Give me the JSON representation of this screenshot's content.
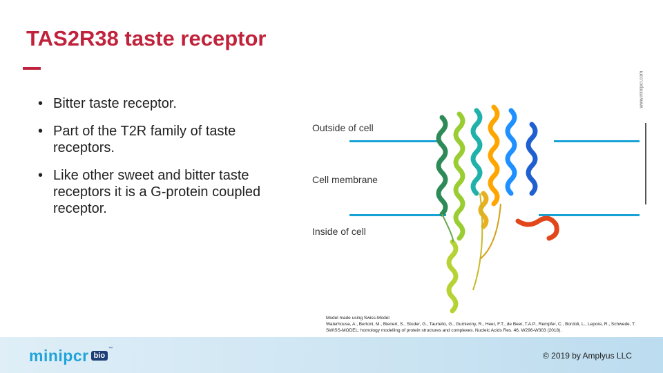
{
  "slide": {
    "title": "TAS2R38 taste receptor",
    "bullets": [
      "Bitter taste receptor.",
      "Part of the T2R family of taste receptors.",
      "Like other sweet and bitter taste receptors it is a G-protein coupled receptor."
    ]
  },
  "diagram": {
    "outside_label": "Outside of cell",
    "membrane_label": "Cell membrane",
    "inside_label": "Inside of cell",
    "line_color": "#17a2d6"
  },
  "watermark": "www.minipcr.com",
  "citation": {
    "lines": [
      "Model made using Swiss-Model",
      "Waterhouse, A., Bertoni, M., Bienert, S., Studer, G., Tauriello, G., Gumienny, R., Heer, F.T., de Beer, T.A.P., Rempfer, C., Bordoli, L., Lepore, R., Schwede, T. SWISS-MODEL: homology modelling of protein structures and complexes. Nucleic Acids Res. 46, W296-W303 (2018)."
    ]
  },
  "footer": {
    "logo": "minipcr",
    "logo_badge": "bio",
    "logo_tm": "™",
    "copyright": "© 2019 by Amplyus LLC"
  },
  "colors": {
    "title": "#c0223b",
    "accent": "#17a2d6",
    "brand": "#1fa3d9",
    "brand_dark": "#1d3f76"
  }
}
